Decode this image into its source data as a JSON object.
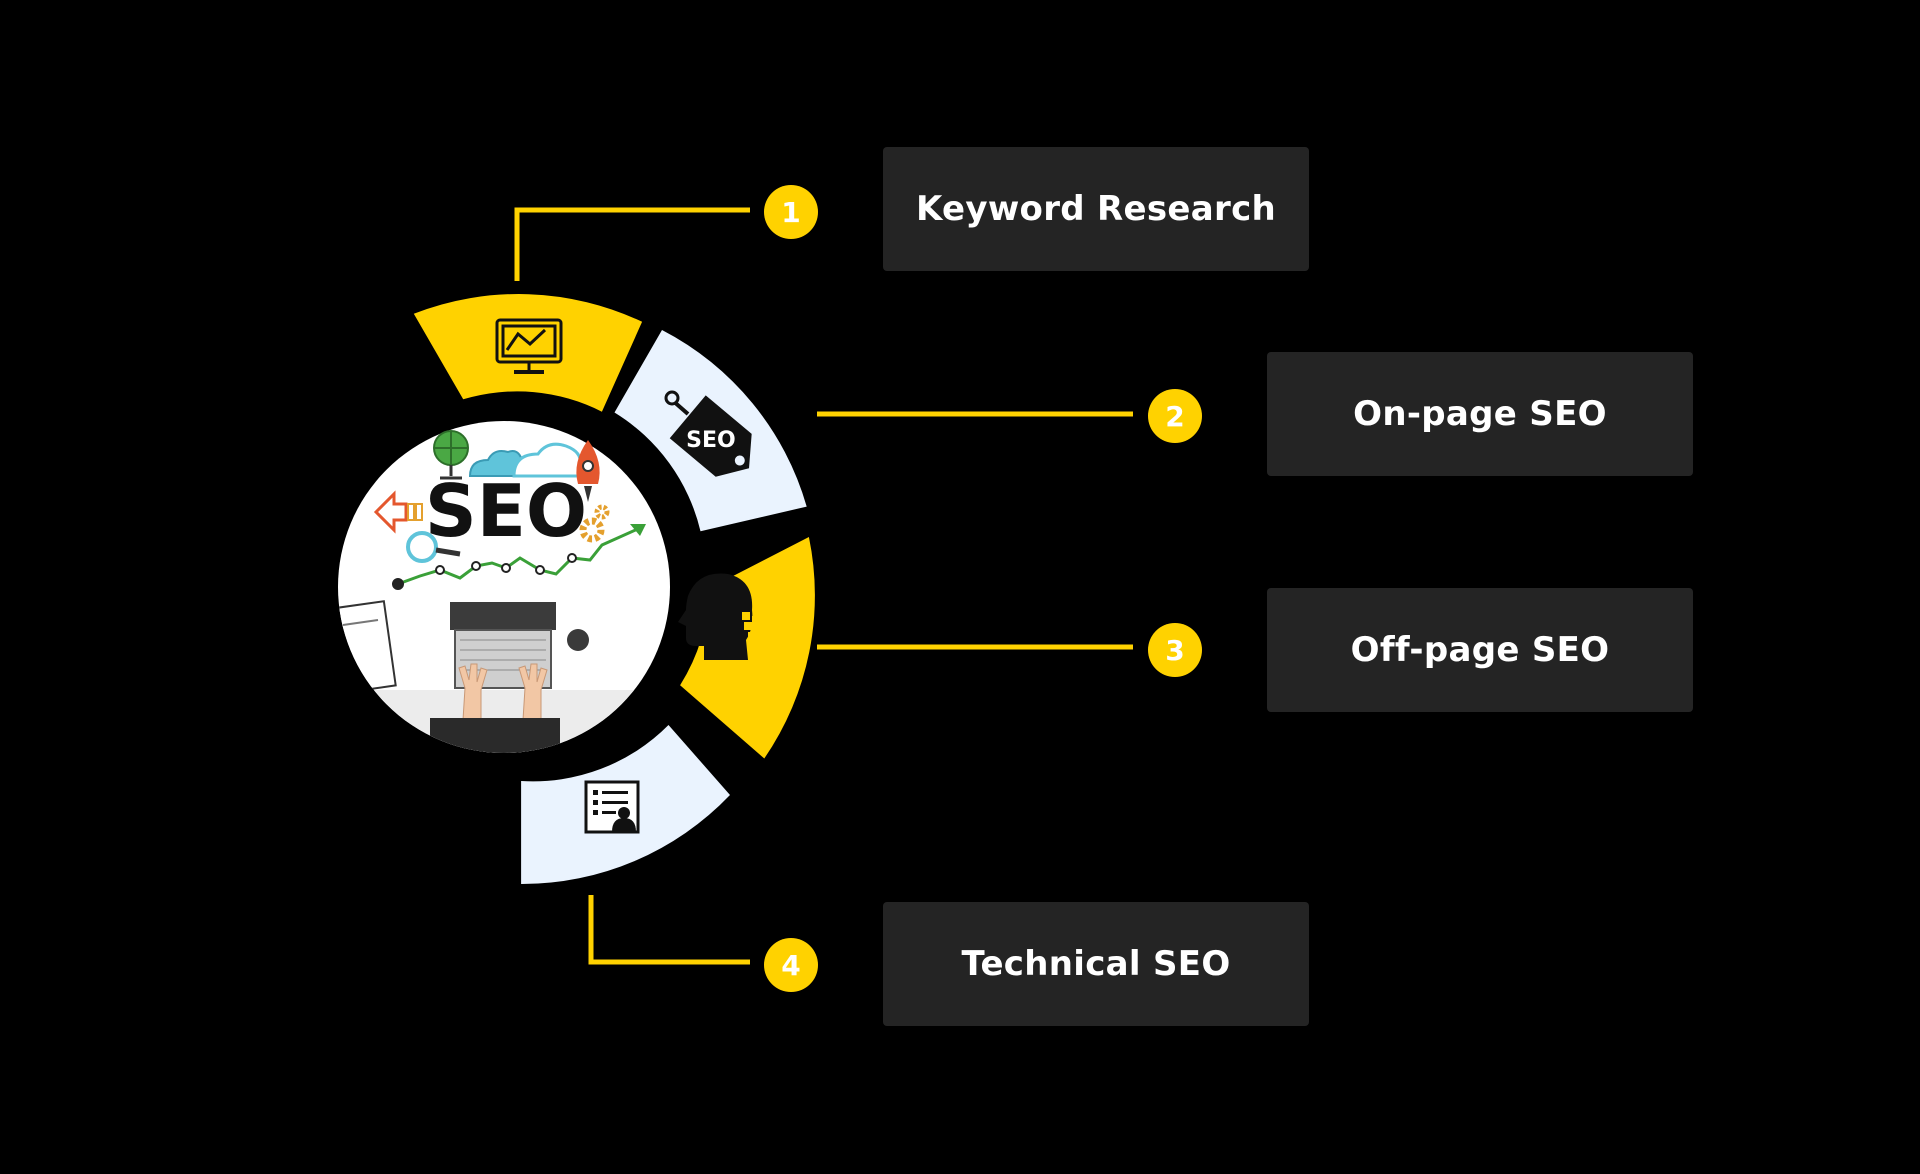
{
  "colors": {
    "background": "#000000",
    "accent": "#FFD200",
    "light_segment": "#EAF3FE",
    "card": "#242424",
    "text": "#FFFFFF"
  },
  "center_image": {
    "icons": [
      "globe-icon",
      "cloud-icon",
      "rocket-icon",
      "gear-icon",
      "magnifier-icon",
      "arrow-icon",
      "laptop-icon",
      "hands-icon",
      "clipboard-icon",
      "growth-chart-icon"
    ],
    "logo_text": "SEO"
  },
  "segments": [
    {
      "icon": "monitor-chart-icon",
      "color": "#FFD200"
    },
    {
      "icon": "seo-tag-icon",
      "color": "#EAF3FE",
      "tag_text": "SEO"
    },
    {
      "icon": "head-puzzle-icon",
      "color": "#FFD200"
    },
    {
      "icon": "profile-document-icon",
      "color": "#EAF3FE"
    }
  ],
  "steps": [
    {
      "number": "1",
      "label": "Keyword Research"
    },
    {
      "number": "2",
      "label": "On-page SEO"
    },
    {
      "number": "3",
      "label": "Off-page SEO"
    },
    {
      "number": "4",
      "label": "Technical SEO"
    }
  ]
}
